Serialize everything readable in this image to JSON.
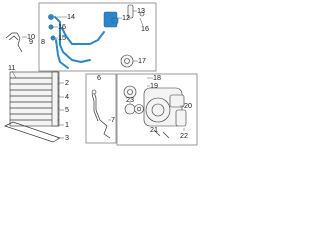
{
  "callouts": {
    "c1": "1",
    "c2": "2",
    "c3": "3",
    "c4": "4",
    "c5": "5",
    "c6": "6",
    "c7": "7",
    "c8": "8",
    "c9": "9",
    "c10": "10",
    "c11": "11",
    "c12": "12",
    "c13": "13",
    "c14": "14",
    "c15": "15",
    "c16": "16",
    "c17": "17",
    "c18": "18",
    "c19": "19",
    "c20": "20",
    "c21": "21",
    "c22": "22",
    "c23": "23"
  },
  "colors": {
    "highlight": "#2d86c7",
    "line": "#333333",
    "frame": "#6f6f6f"
  }
}
